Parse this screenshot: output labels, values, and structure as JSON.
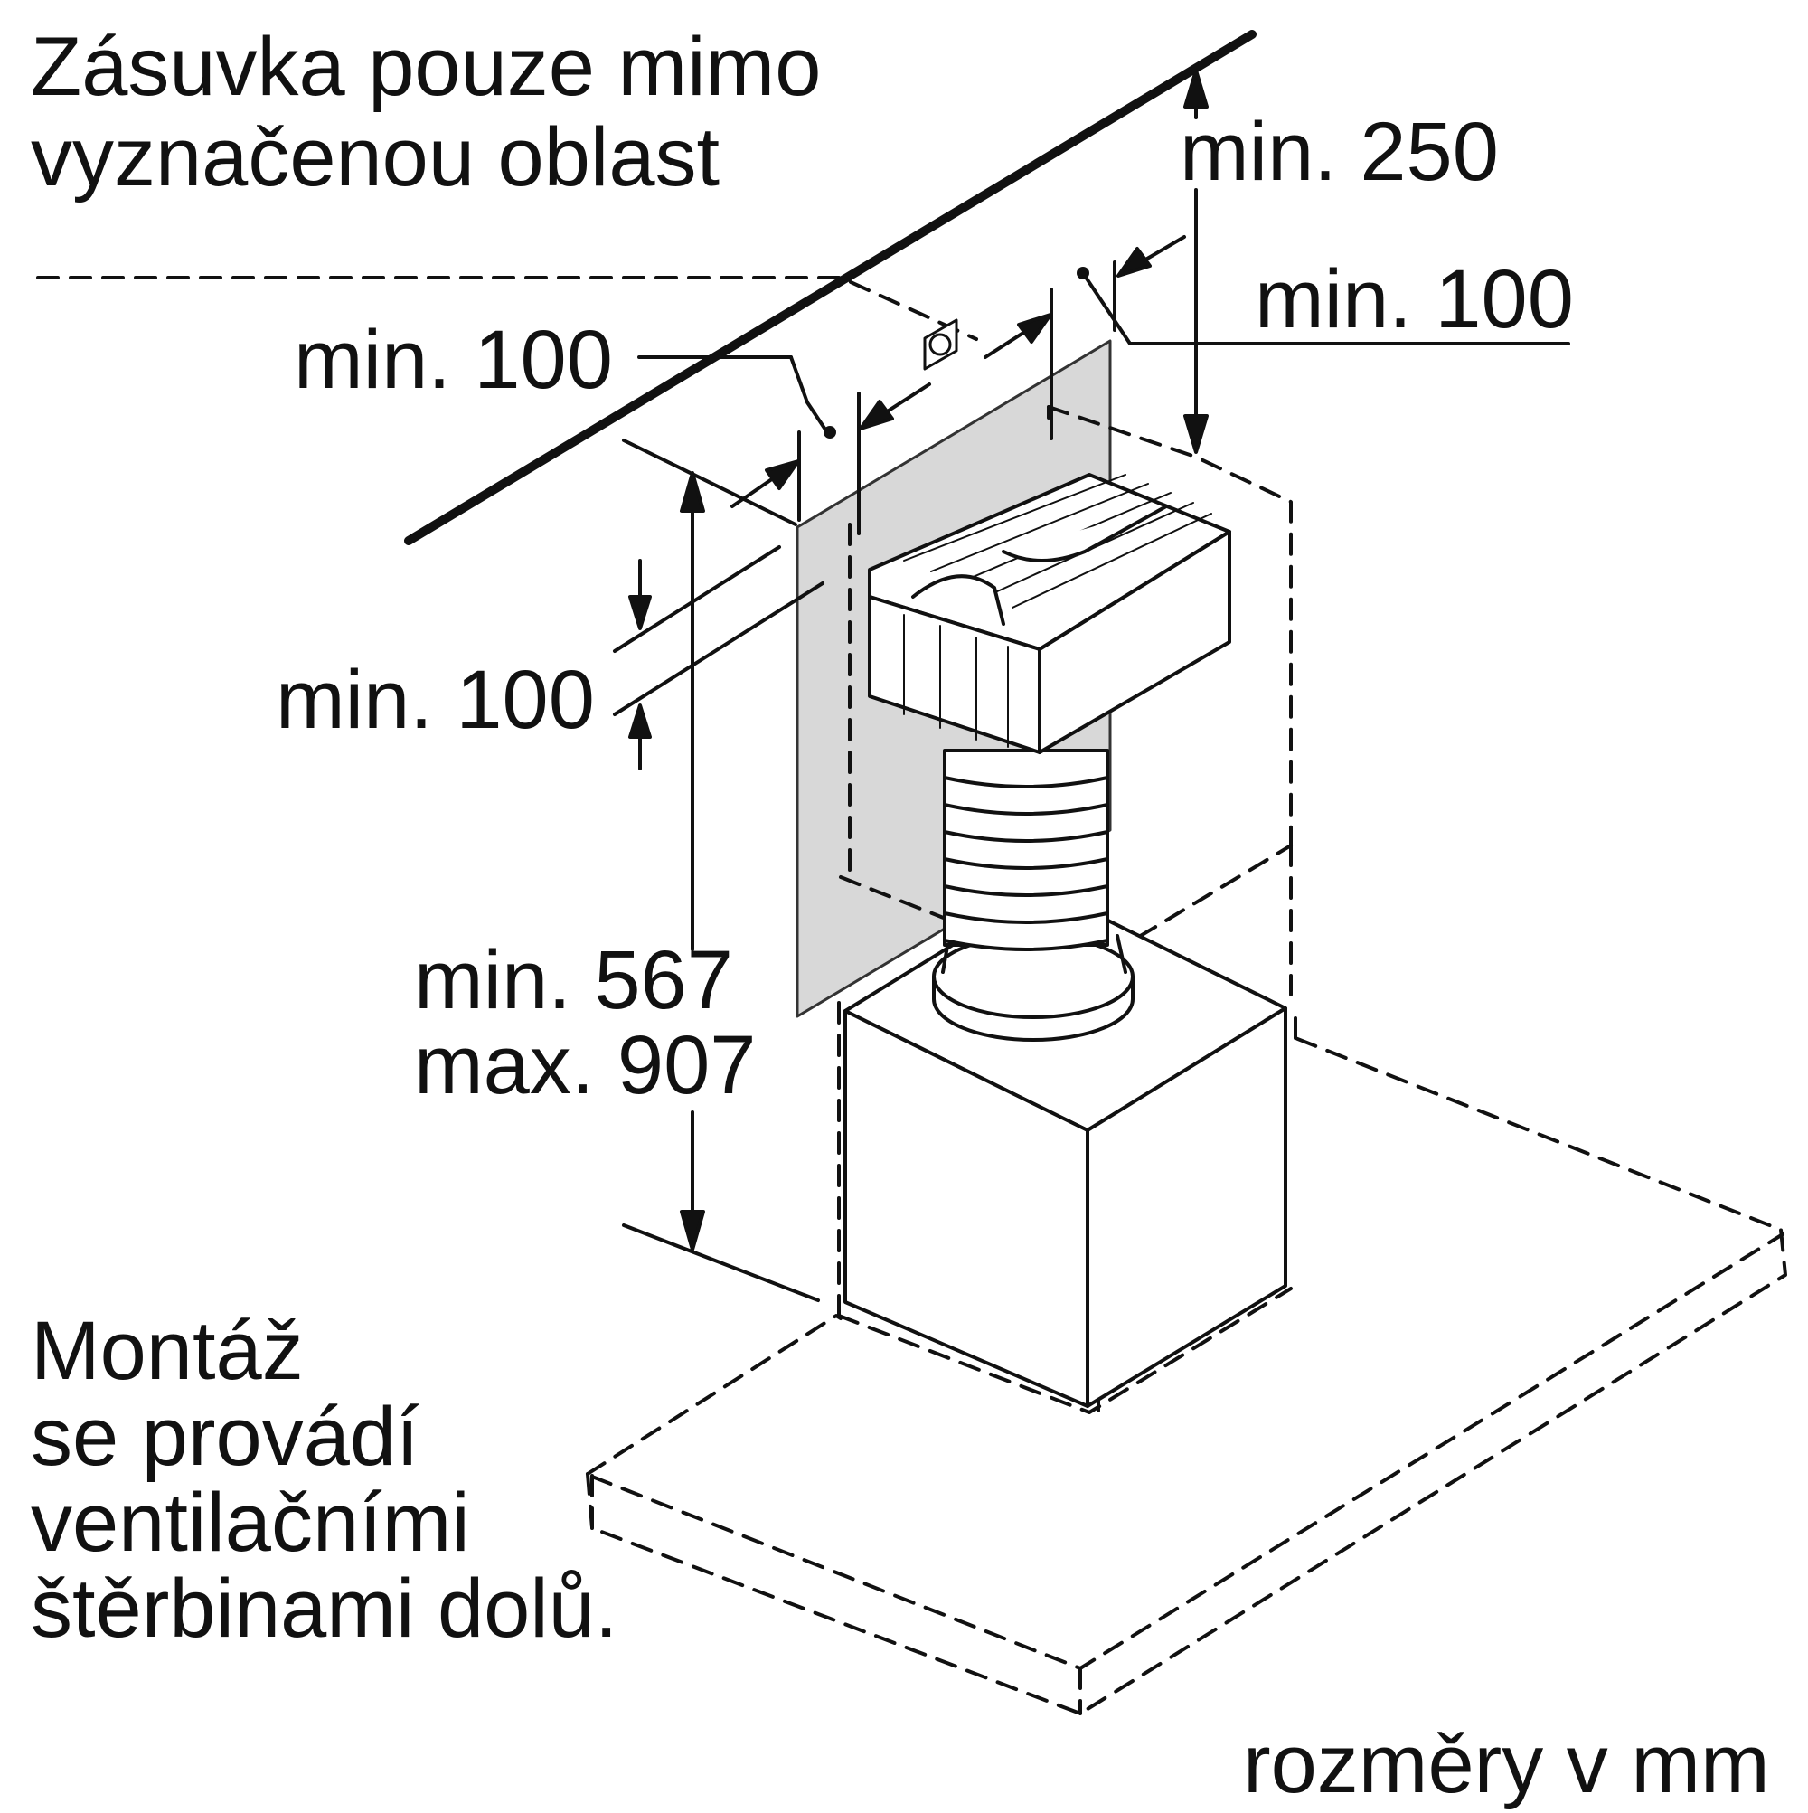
{
  "notes": {
    "socket_note": [
      "Zásuvka pouze mimo",
      "vyznačenou oblast"
    ],
    "mount_note": [
      "Montáž",
      "se provádí",
      "ventilačními",
      "štěrbinami dolů."
    ]
  },
  "dimensions": {
    "top_clearance": "min. 250",
    "right_clearance": "min. 100",
    "left_clearance": "min. 100",
    "side_clearance": "min. 100",
    "height_min": "min. 567",
    "height_max": "max. 907"
  },
  "units_note": "rozměry v mm"
}
